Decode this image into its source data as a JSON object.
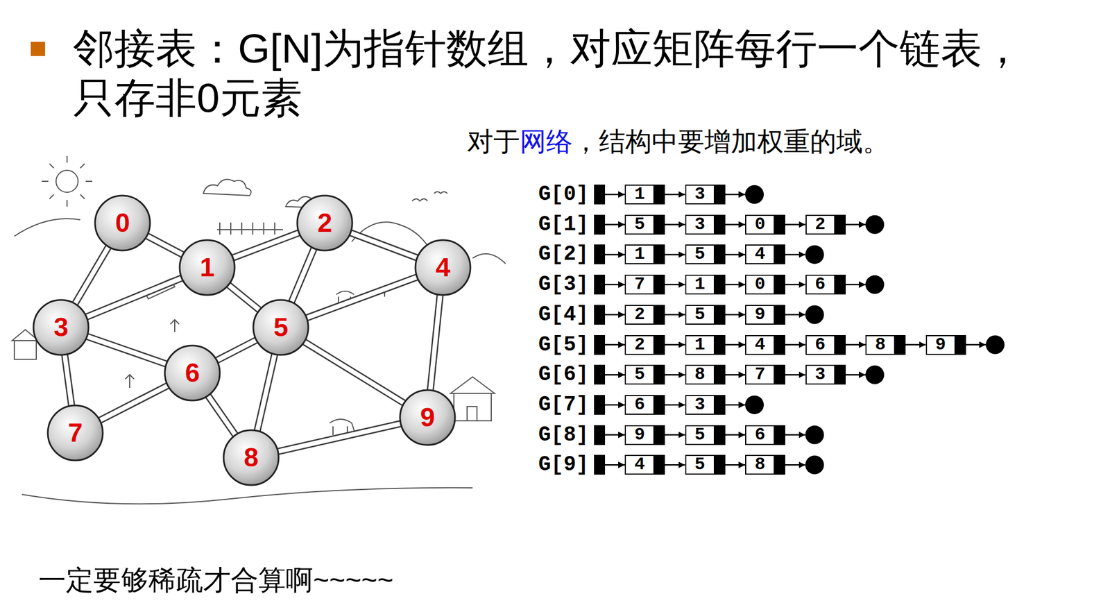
{
  "diagram": {
    "title": "邻接表：G[N]为指针数组，对应矩阵每行一个链表， 只存非0元素",
    "caption": "一定要够稀疏才合算啊~~~~~",
    "nodes": [
      {
        "text": [
          "0"
        ]
      },
      {
        "text": [
          "1"
        ]
      },
      {
        "text": [
          "2"
        ]
      },
      {
        "text": [
          "3"
        ]
      },
      {
        "text": [
          "4"
        ]
      },
      {
        "text": [
          "5"
        ]
      },
      {
        "text": [
          "6"
        ]
      },
      {
        "text": [
          "7"
        ]
      },
      {
        "text": [
          "8"
        ]
      },
      {
        "text": [
          "9"
        ]
      },
      {
        "text": [
          "G[0]"
        ]
      },
      {
        "text": [
          "1"
        ]
      },
      {
        "text": [
          "3"
        ]
      },
      {
        "text": [
          "G[1]"
        ]
      },
      {
        "text": [
          "5"
        ]
      },
      {
        "text": [
          "3"
        ]
      },
      {
        "text": [
          "0"
        ]
      },
      {
        "text": [
          "2"
        ]
      },
      {
        "text": [
          "G[2]"
        ]
      },
      {
        "text": [
          "1"
        ]
      },
      {
        "text": [
          "5"
        ]
      },
      {
        "text": [
          "4"
        ]
      },
      {
        "text": [
          "G[3]"
        ]
      },
      {
        "text": [
          "7"
        ]
      },
      {
        "text": [
          "1"
        ]
      },
      {
        "text": [
          "0"
        ]
      },
      {
        "text": [
          "6"
        ]
      },
      {
        "text": [
          "G[4]"
        ]
      },
      {
        "text": [
          "2"
        ]
      },
      {
        "text": [
          "5"
        ]
      },
      {
        "text": [
          "9"
        ]
      },
      {
        "text": [
          "G[5]"
        ]
      },
      {
        "text": [
          "2"
        ]
      },
      {
        "text": [
          "1"
        ]
      },
      {
        "text": [
          "4"
        ]
      },
      {
        "text": [
          "6"
        ]
      },
      {
        "text": [
          "8"
        ]
      },
      {
        "text": [
          "9"
        ]
      },
      {
        "text": [
          "G[6]"
        ]
      },
      {
        "text": [
          "5"
        ]
      },
      {
        "text": [
          "8"
        ]
      },
      {
        "text": [
          "7"
        ]
      },
      {
        "text": [
          "3"
        ]
      },
      {
        "text": [
          "G[7]"
        ]
      },
      {
        "text": [
          "6"
        ]
      },
      {
        "text": [
          "3"
        ]
      },
      {
        "text": [
          "G[8]"
        ]
      },
      {
        "text": [
          "9"
        ]
      },
      {
        "text": [
          "5"
        ]
      },
      {
        "text": [
          "6"
        ]
      },
      {
        "text": [
          "G[9]"
        ]
      },
      {
        "text": [
          "4"
        ]
      },
      {
        "text": [
          "5"
        ]
      },
      {
        "text": [
          "8"
        ]
      }
    ],
    "edges": [
      {
        "from": 0,
        "to": 1,
        "arrow": "none"
      },
      {
        "from": 0,
        "to": 3,
        "arrow": "none"
      },
      {
        "from": 1,
        "to": 2,
        "arrow": "none"
      },
      {
        "from": 1,
        "to": 3,
        "arrow": "none"
      },
      {
        "from": 1,
        "to": 5,
        "arrow": "none"
      },
      {
        "from": 2,
        "to": 4,
        "arrow": "none"
      },
      {
        "from": 2,
        "to": 5,
        "arrow": "none"
      },
      {
        "from": 3,
        "to": 6,
        "arrow": "none"
      },
      {
        "from": 3,
        "to": 7,
        "arrow": "none"
      },
      {
        "from": 4,
        "to": 5,
        "arrow": "none"
      },
      {
        "from": 4,
        "to": 9,
        "arrow": "none"
      },
      {
        "from": 5,
        "to": 6,
        "arrow": "none"
      },
      {
        "from": 5,
        "to": 8,
        "arrow": "none"
      },
      {
        "from": 5,
        "to": 9,
        "arrow": "none"
      },
      {
        "from": 6,
        "to": 7,
        "arrow": "none"
      },
      {
        "from": 6,
        "to": 8,
        "arrow": "none"
      },
      {
        "from": 8,
        "to": 9,
        "arrow": "none"
      },
      {
        "from": 10,
        "to": 11,
        "arrow": "to"
      },
      {
        "from": 11,
        "to": 12,
        "arrow": "to"
      },
      {
        "from": 13,
        "to": 14,
        "arrow": "to"
      },
      {
        "from": 14,
        "to": 15,
        "arrow": "to"
      },
      {
        "from": 15,
        "to": 16,
        "arrow": "to"
      },
      {
        "from": 16,
        "to": 17,
        "arrow": "to"
      },
      {
        "from": 18,
        "to": 19,
        "arrow": "to"
      },
      {
        "from": 19,
        "to": 20,
        "arrow": "to"
      },
      {
        "from": 20,
        "to": 21,
        "arrow": "to"
      },
      {
        "from": 22,
        "to": 23,
        "arrow": "to"
      },
      {
        "from": 23,
        "to": 24,
        "arrow": "to"
      },
      {
        "from": 24,
        "to": 25,
        "arrow": "to"
      },
      {
        "from": 25,
        "to": 26,
        "arrow": "to"
      },
      {
        "from": 27,
        "to": 28,
        "arrow": "to"
      },
      {
        "from": 28,
        "to": 29,
        "arrow": "to"
      },
      {
        "from": 29,
        "to": 30,
        "arrow": "to"
      },
      {
        "from": 31,
        "to": 32,
        "arrow": "to"
      },
      {
        "from": 32,
        "to": 33,
        "arrow": "to"
      },
      {
        "from": 33,
        "to": 34,
        "arrow": "to"
      },
      {
        "from": 34,
        "to": 35,
        "arrow": "to"
      },
      {
        "from": 35,
        "to": 36,
        "arrow": "to"
      },
      {
        "from": 36,
        "to": 37,
        "arrow": "to"
      },
      {
        "from": 38,
        "to": 39,
        "arrow": "to"
      },
      {
        "from": 39,
        "to": 40,
        "arrow": "to"
      },
      {
        "from": 40,
        "to": 41,
        "arrow": "to"
      },
      {
        "from": 41,
        "to": 42,
        "arrow": "to"
      },
      {
        "from": 43,
        "to": 44,
        "arrow": "to"
      },
      {
        "from": 44,
        "to": 45,
        "arrow": "to"
      },
      {
        "from": 46,
        "to": 47,
        "arrow": "to"
      },
      {
        "from": 47,
        "to": 48,
        "arrow": "to"
      },
      {
        "from": 48,
        "to": 49,
        "arrow": "to"
      },
      {
        "from": 50,
        "to": 51,
        "arrow": "to"
      },
      {
        "from": 51,
        "to": 52,
        "arrow": "to"
      },
      {
        "from": 52,
        "to": 53,
        "arrow": "to"
      }
    ],
    "labels": [
      "对于",
      "网络",
      "，结构中要增加权重的域。"
    ]
  }
}
